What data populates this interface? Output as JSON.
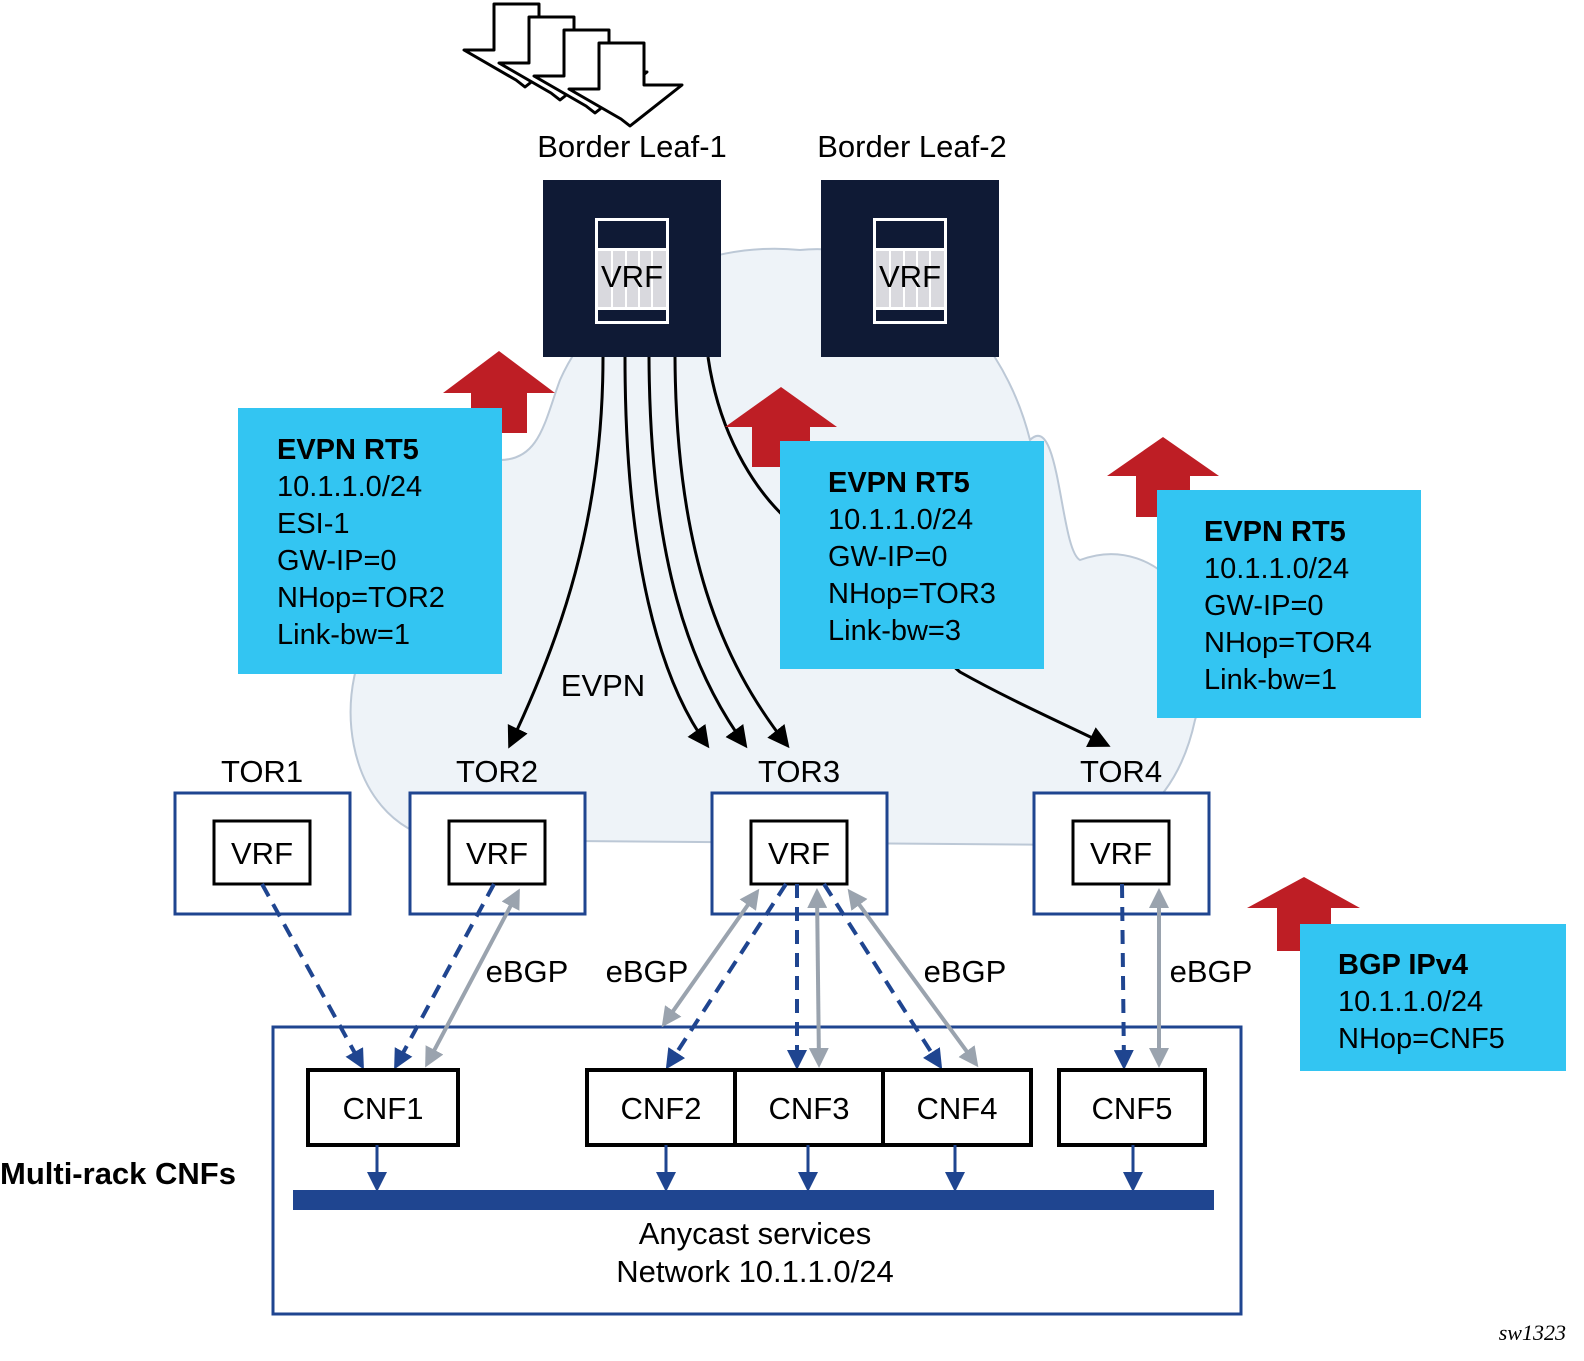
{
  "colors": {
    "navy": "#0f1a35",
    "dark_blue": "#1f4590",
    "callout_blue": "#33c5f2",
    "red_arrow": "#be1e25",
    "cloud_fill": "#eef3f8",
    "cloud_stroke": "#bcc8d6",
    "grey_arrow": "#9aa3ae",
    "vrf_slot": "#d9d9de"
  },
  "traffic_arrows": {
    "count": 4,
    "icon": "incoming-traffic-arrows-icon"
  },
  "border_leaves": [
    {
      "id": "bl1",
      "label": "Border Leaf-1",
      "vrf": "VRF"
    },
    {
      "id": "bl2",
      "label": "Border Leaf-2",
      "vrf": "VRF"
    }
  ],
  "evpn_label": "EVPN",
  "tors": [
    {
      "id": "tor1",
      "label": "TOR1",
      "vrf": "VRF"
    },
    {
      "id": "tor2",
      "label": "TOR2",
      "vrf": "VRF"
    },
    {
      "id": "tor3",
      "label": "TOR3",
      "vrf": "VRF"
    },
    {
      "id": "tor4",
      "label": "TOR4",
      "vrf": "VRF"
    }
  ],
  "ebgp_labels": [
    "eBGP",
    "eBGP",
    "eBGP",
    "eBGP"
  ],
  "cnfs": [
    "CNF1",
    "CNF2",
    "CNF3",
    "CNF4",
    "CNF5"
  ],
  "callouts": [
    {
      "id": "rt5-tor2",
      "title": "EVPN RT5",
      "lines": [
        "10.1.1.0/24",
        "ESI-1",
        "GW-IP=0",
        "NHop=TOR2",
        "Link-bw=1"
      ]
    },
    {
      "id": "rt5-tor3",
      "title": "EVPN RT5",
      "lines": [
        "10.1.1.0/24",
        "GW-IP=0",
        "NHop=TOR3",
        "Link-bw=3"
      ]
    },
    {
      "id": "rt5-tor4",
      "title": "EVPN RT5",
      "lines": [
        "10.1.1.0/24",
        "GW-IP=0",
        "NHop=TOR4",
        "Link-bw=1"
      ]
    },
    {
      "id": "bgp-cnf5",
      "title": "BGP IPv4",
      "lines": [
        "10.1.1.0/24",
        "NHop=CNF5"
      ]
    }
  ],
  "multi_rack_label": "Multi-rack CNFs",
  "anycast": {
    "line1": "Anycast services",
    "line2": "Network 10.1.1.0/24"
  },
  "figure_id": "sw1323"
}
